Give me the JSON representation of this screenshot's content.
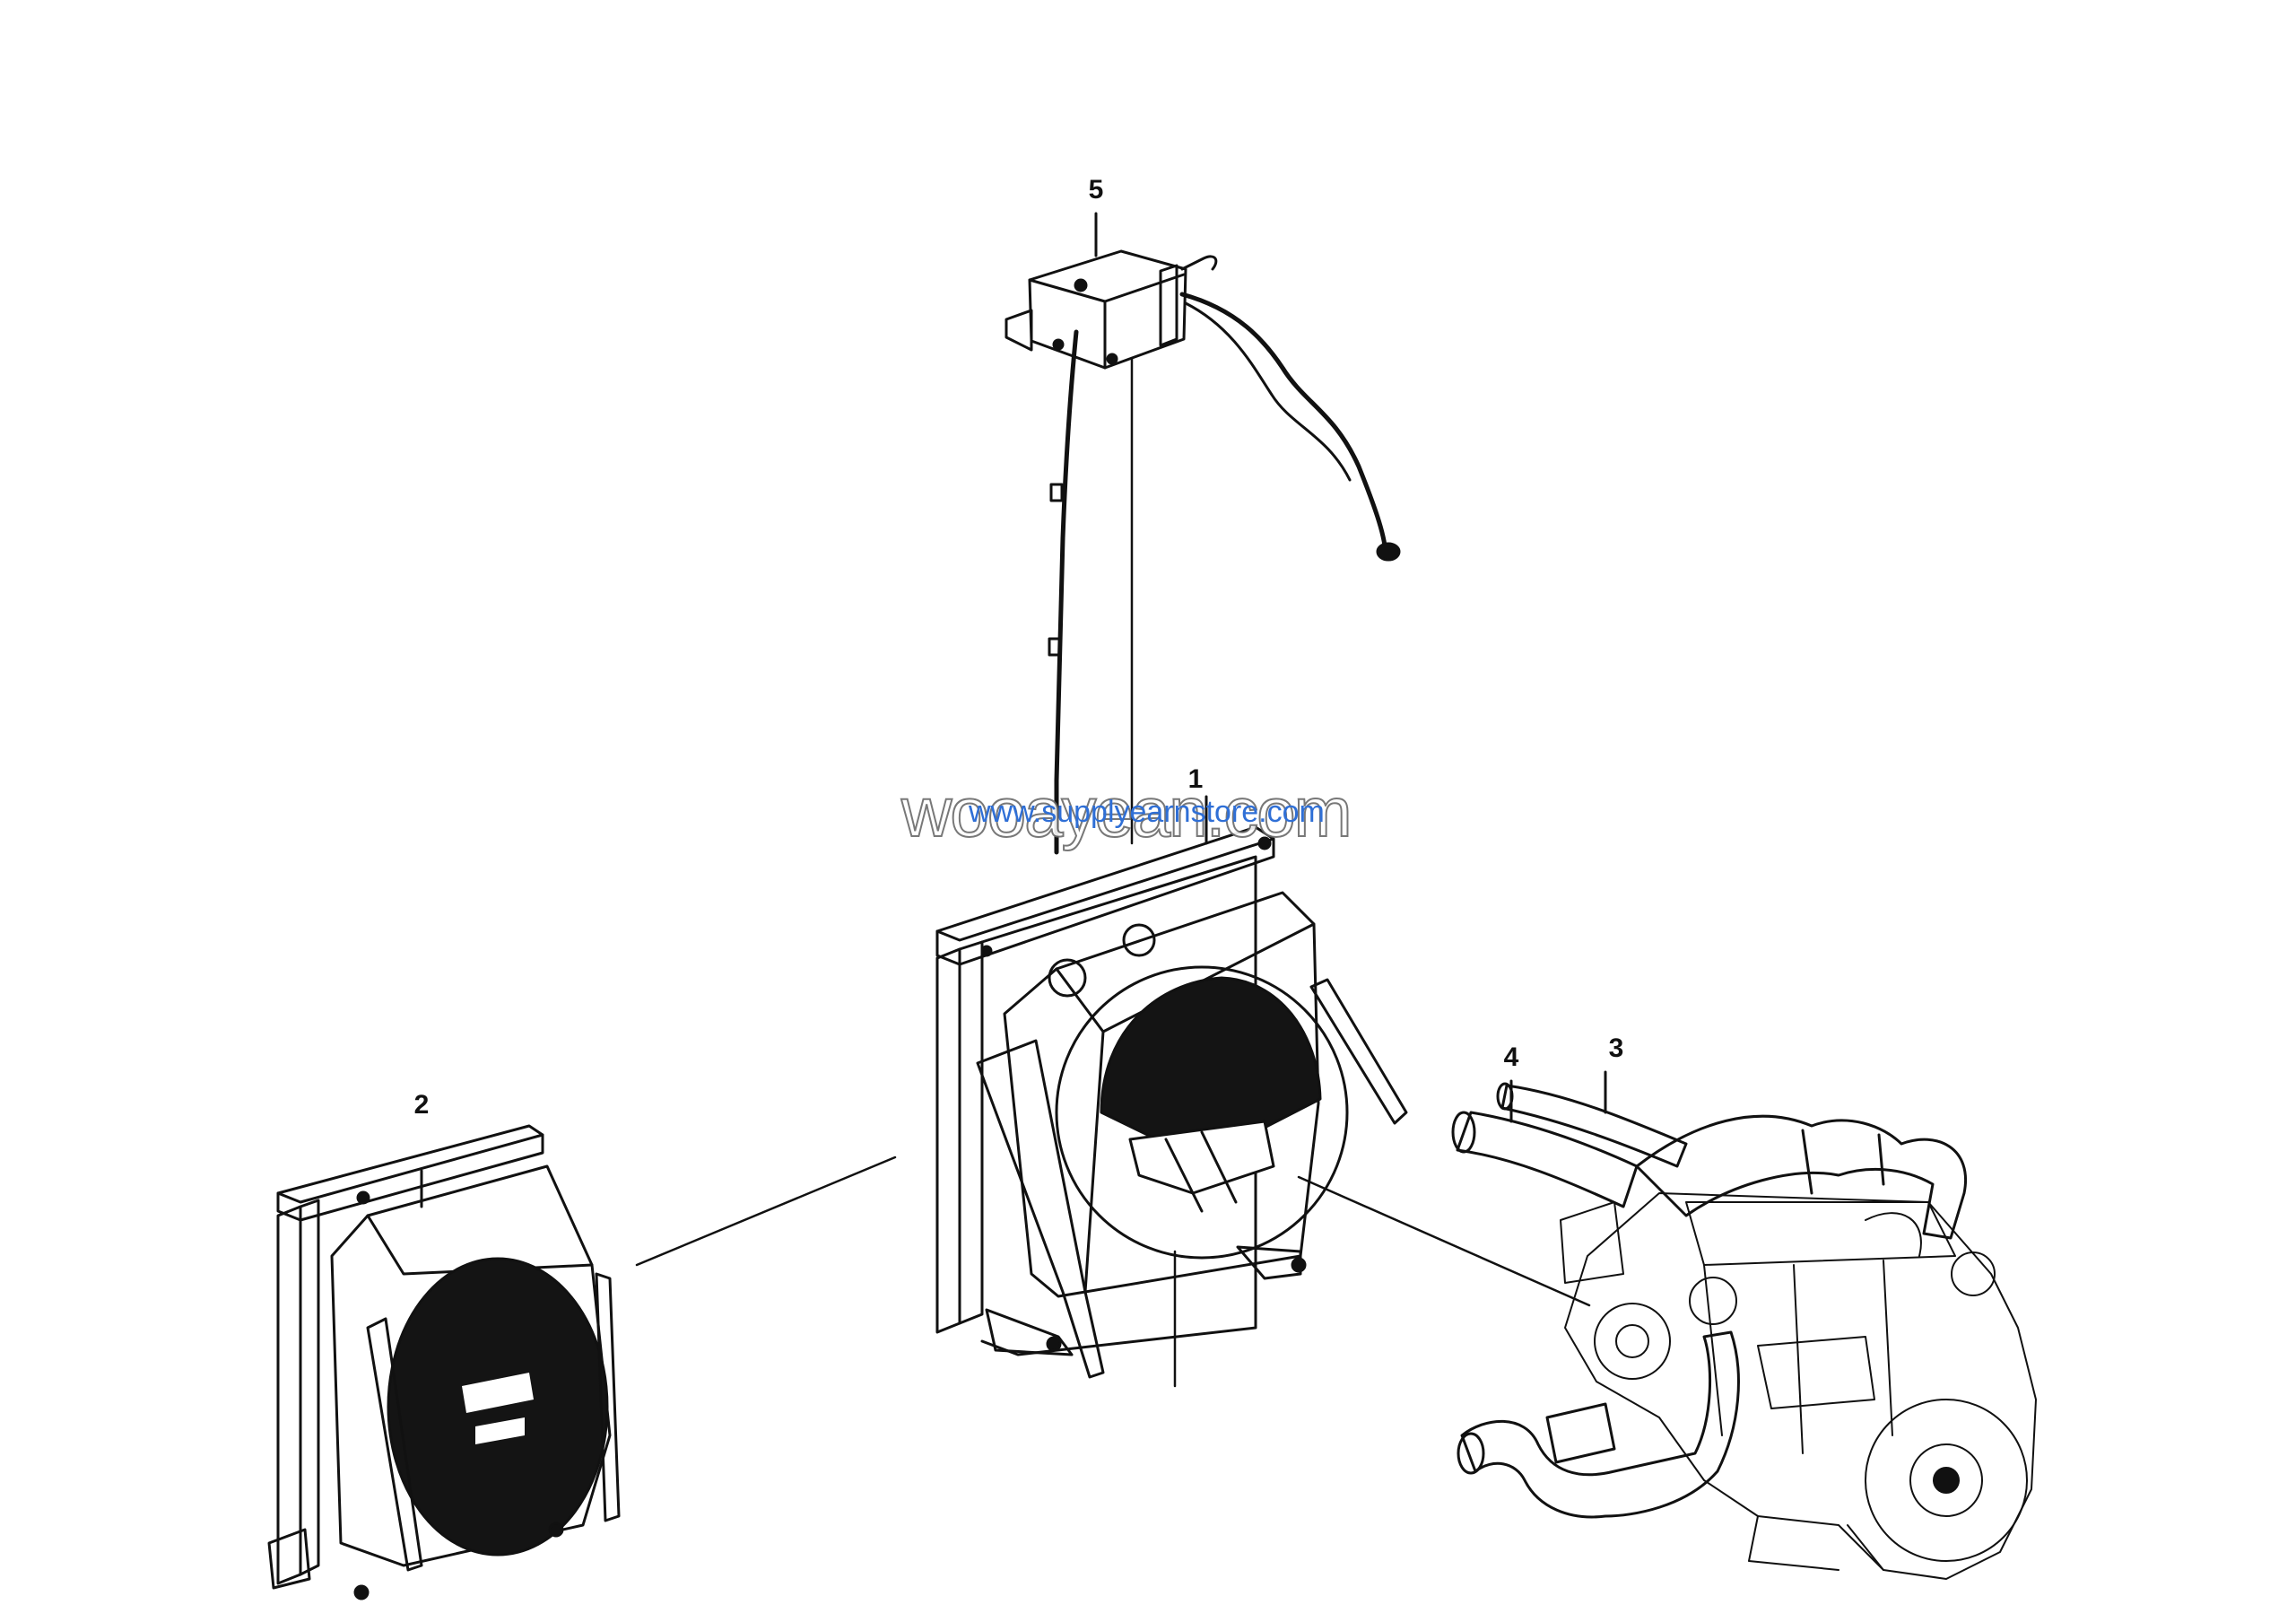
{
  "callouts": [
    {
      "id": "1",
      "label": "1"
    },
    {
      "id": "2",
      "label": "2"
    },
    {
      "id": "3",
      "label": "3"
    },
    {
      "id": "4",
      "label": "4"
    },
    {
      "id": "5",
      "label": "5"
    }
  ],
  "watermark": {
    "main": "wooayean.com",
    "sub": "www.supplyearnstore.com"
  },
  "colors": {
    "line": "#111111",
    "fan": "#141414",
    "watermark_sub": "#2f6fd6"
  }
}
